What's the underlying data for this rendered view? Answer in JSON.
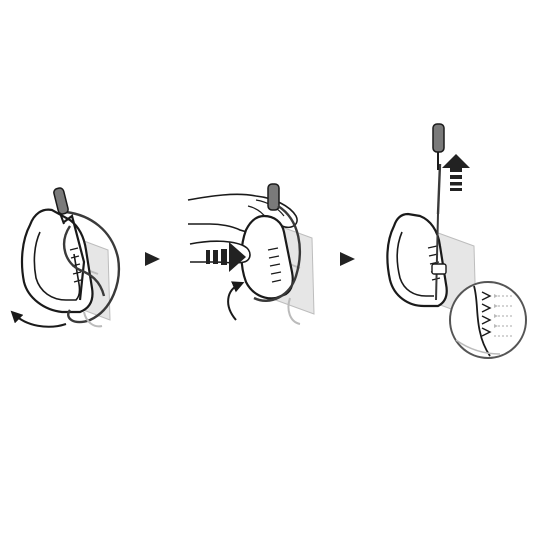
{
  "figure": {
    "panels": [
      {
        "id": "step-1",
        "caption": ""
      },
      {
        "id": "step-2",
        "caption": ""
      },
      {
        "id": "step-3",
        "caption": ""
      }
    ],
    "step_arrows": 2,
    "colors": {
      "line": "#1a1a1a",
      "metal": "#ffffff",
      "metal_shade": "#cfcfcf",
      "cord": "#3a3a3a",
      "plate": "#e6e6e6",
      "plate_shade": "#bdbdbd",
      "accent_dark": "#222222",
      "lens_ring": "#555555"
    },
    "icons": [
      "step-arrow-icon",
      "push-arrow-icon",
      "pull-up-arrow-icon",
      "rotate-arrow-icon",
      "magnifier-lens-icon"
    ]
  }
}
